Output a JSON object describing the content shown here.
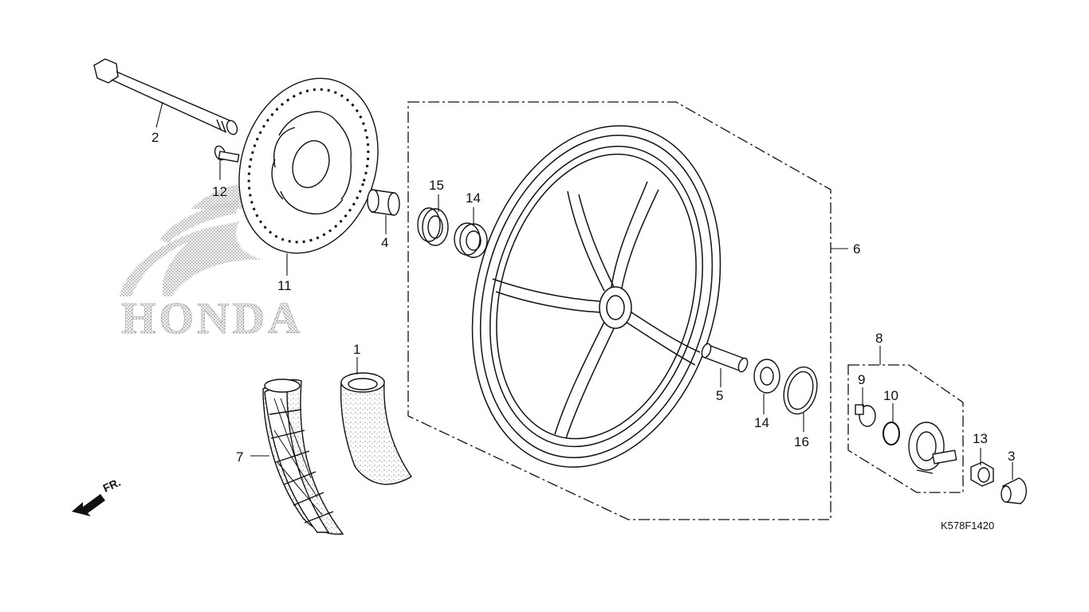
{
  "diagram": {
    "code": "K578F1420",
    "front_indicator": "FR.",
    "logo": "HONDA",
    "callouts": [
      {
        "id": "c1",
        "text": "1"
      },
      {
        "id": "c2",
        "text": "2"
      },
      {
        "id": "c3",
        "text": "3"
      },
      {
        "id": "c4",
        "text": "4"
      },
      {
        "id": "c5",
        "text": "5"
      },
      {
        "id": "c6",
        "text": "6"
      },
      {
        "id": "c7",
        "text": "7"
      },
      {
        "id": "c8",
        "text": "8"
      },
      {
        "id": "c9",
        "text": "9"
      },
      {
        "id": "c10",
        "text": "10"
      },
      {
        "id": "c11",
        "text": "11"
      },
      {
        "id": "c12",
        "text": "12"
      },
      {
        "id": "c13",
        "text": "13"
      },
      {
        "id": "c14a",
        "text": "14"
      },
      {
        "id": "c14b",
        "text": "14"
      },
      {
        "id": "c15",
        "text": "15"
      },
      {
        "id": "c16",
        "text": "16"
      }
    ]
  },
  "colors": {
    "ink": "#111111",
    "stipple": "#9a9a9a",
    "background": "#ffffff"
  }
}
